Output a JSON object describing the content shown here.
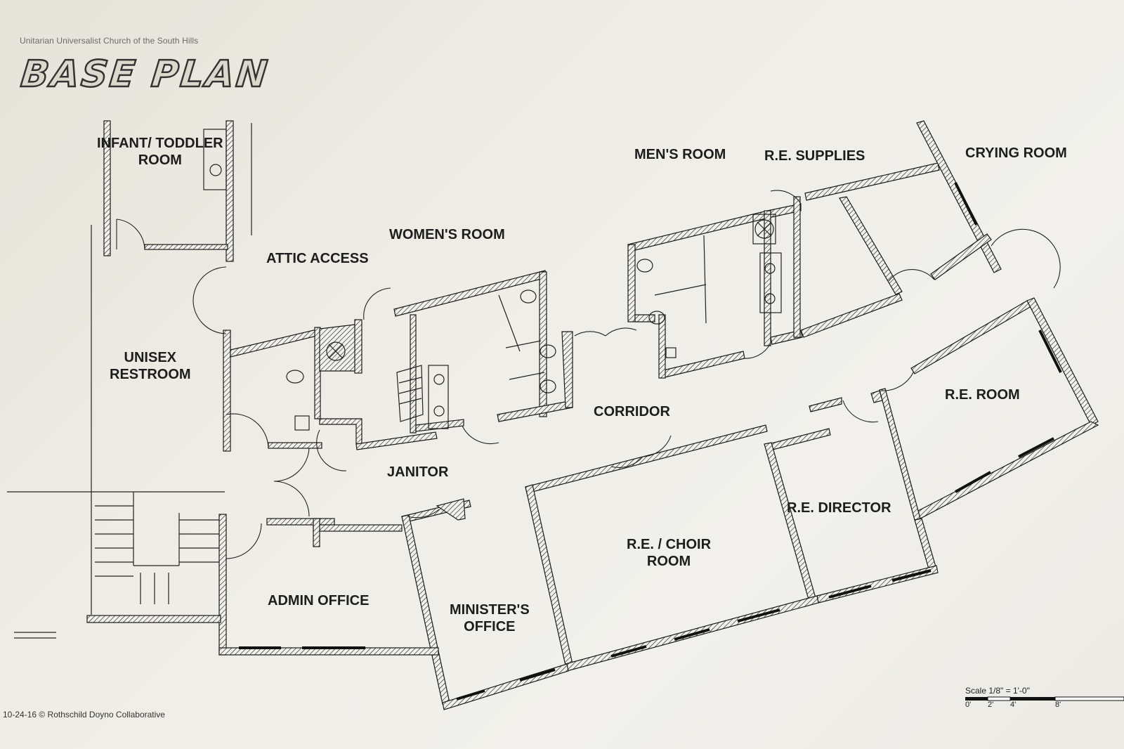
{
  "header": {
    "organization": "Unitarian Universalist Church of the South Hills",
    "title": "BASE PLAN"
  },
  "rooms": {
    "infant_toddler": "INFANT/ TODDLER",
    "infant_toddler_2": "ROOM",
    "attic_access": "ATTIC ACCESS",
    "womens_room": "WOMEN'S ROOM",
    "mens_room": "MEN'S ROOM",
    "re_supplies": "R.E. SUPPLIES",
    "crying_room": "CRYING ROOM",
    "unisex_restroom": "UNISEX",
    "unisex_restroom_2": "RESTROOM",
    "corridor": "CORRIDOR",
    "re_room": "R.E. ROOM",
    "janitor": "JANITOR",
    "re_director": "R.E. DIRECTOR",
    "re_choir": "R.E. / CHOIR",
    "re_choir_2": "ROOM",
    "admin_office": "ADMIN OFFICE",
    "ministers_office": "MINISTER'S",
    "ministers_office_2": "OFFICE"
  },
  "scale": {
    "label": "Scale 1/8\" = 1'-0\"",
    "ticks": [
      "0'",
      "2'",
      "4'",
      "8'"
    ]
  },
  "footer": {
    "credit": "10-24-16 © Rothschild Doyno Collaborative"
  },
  "colors": {
    "paper": "#efede6",
    "ink": "#1d1d1d"
  }
}
